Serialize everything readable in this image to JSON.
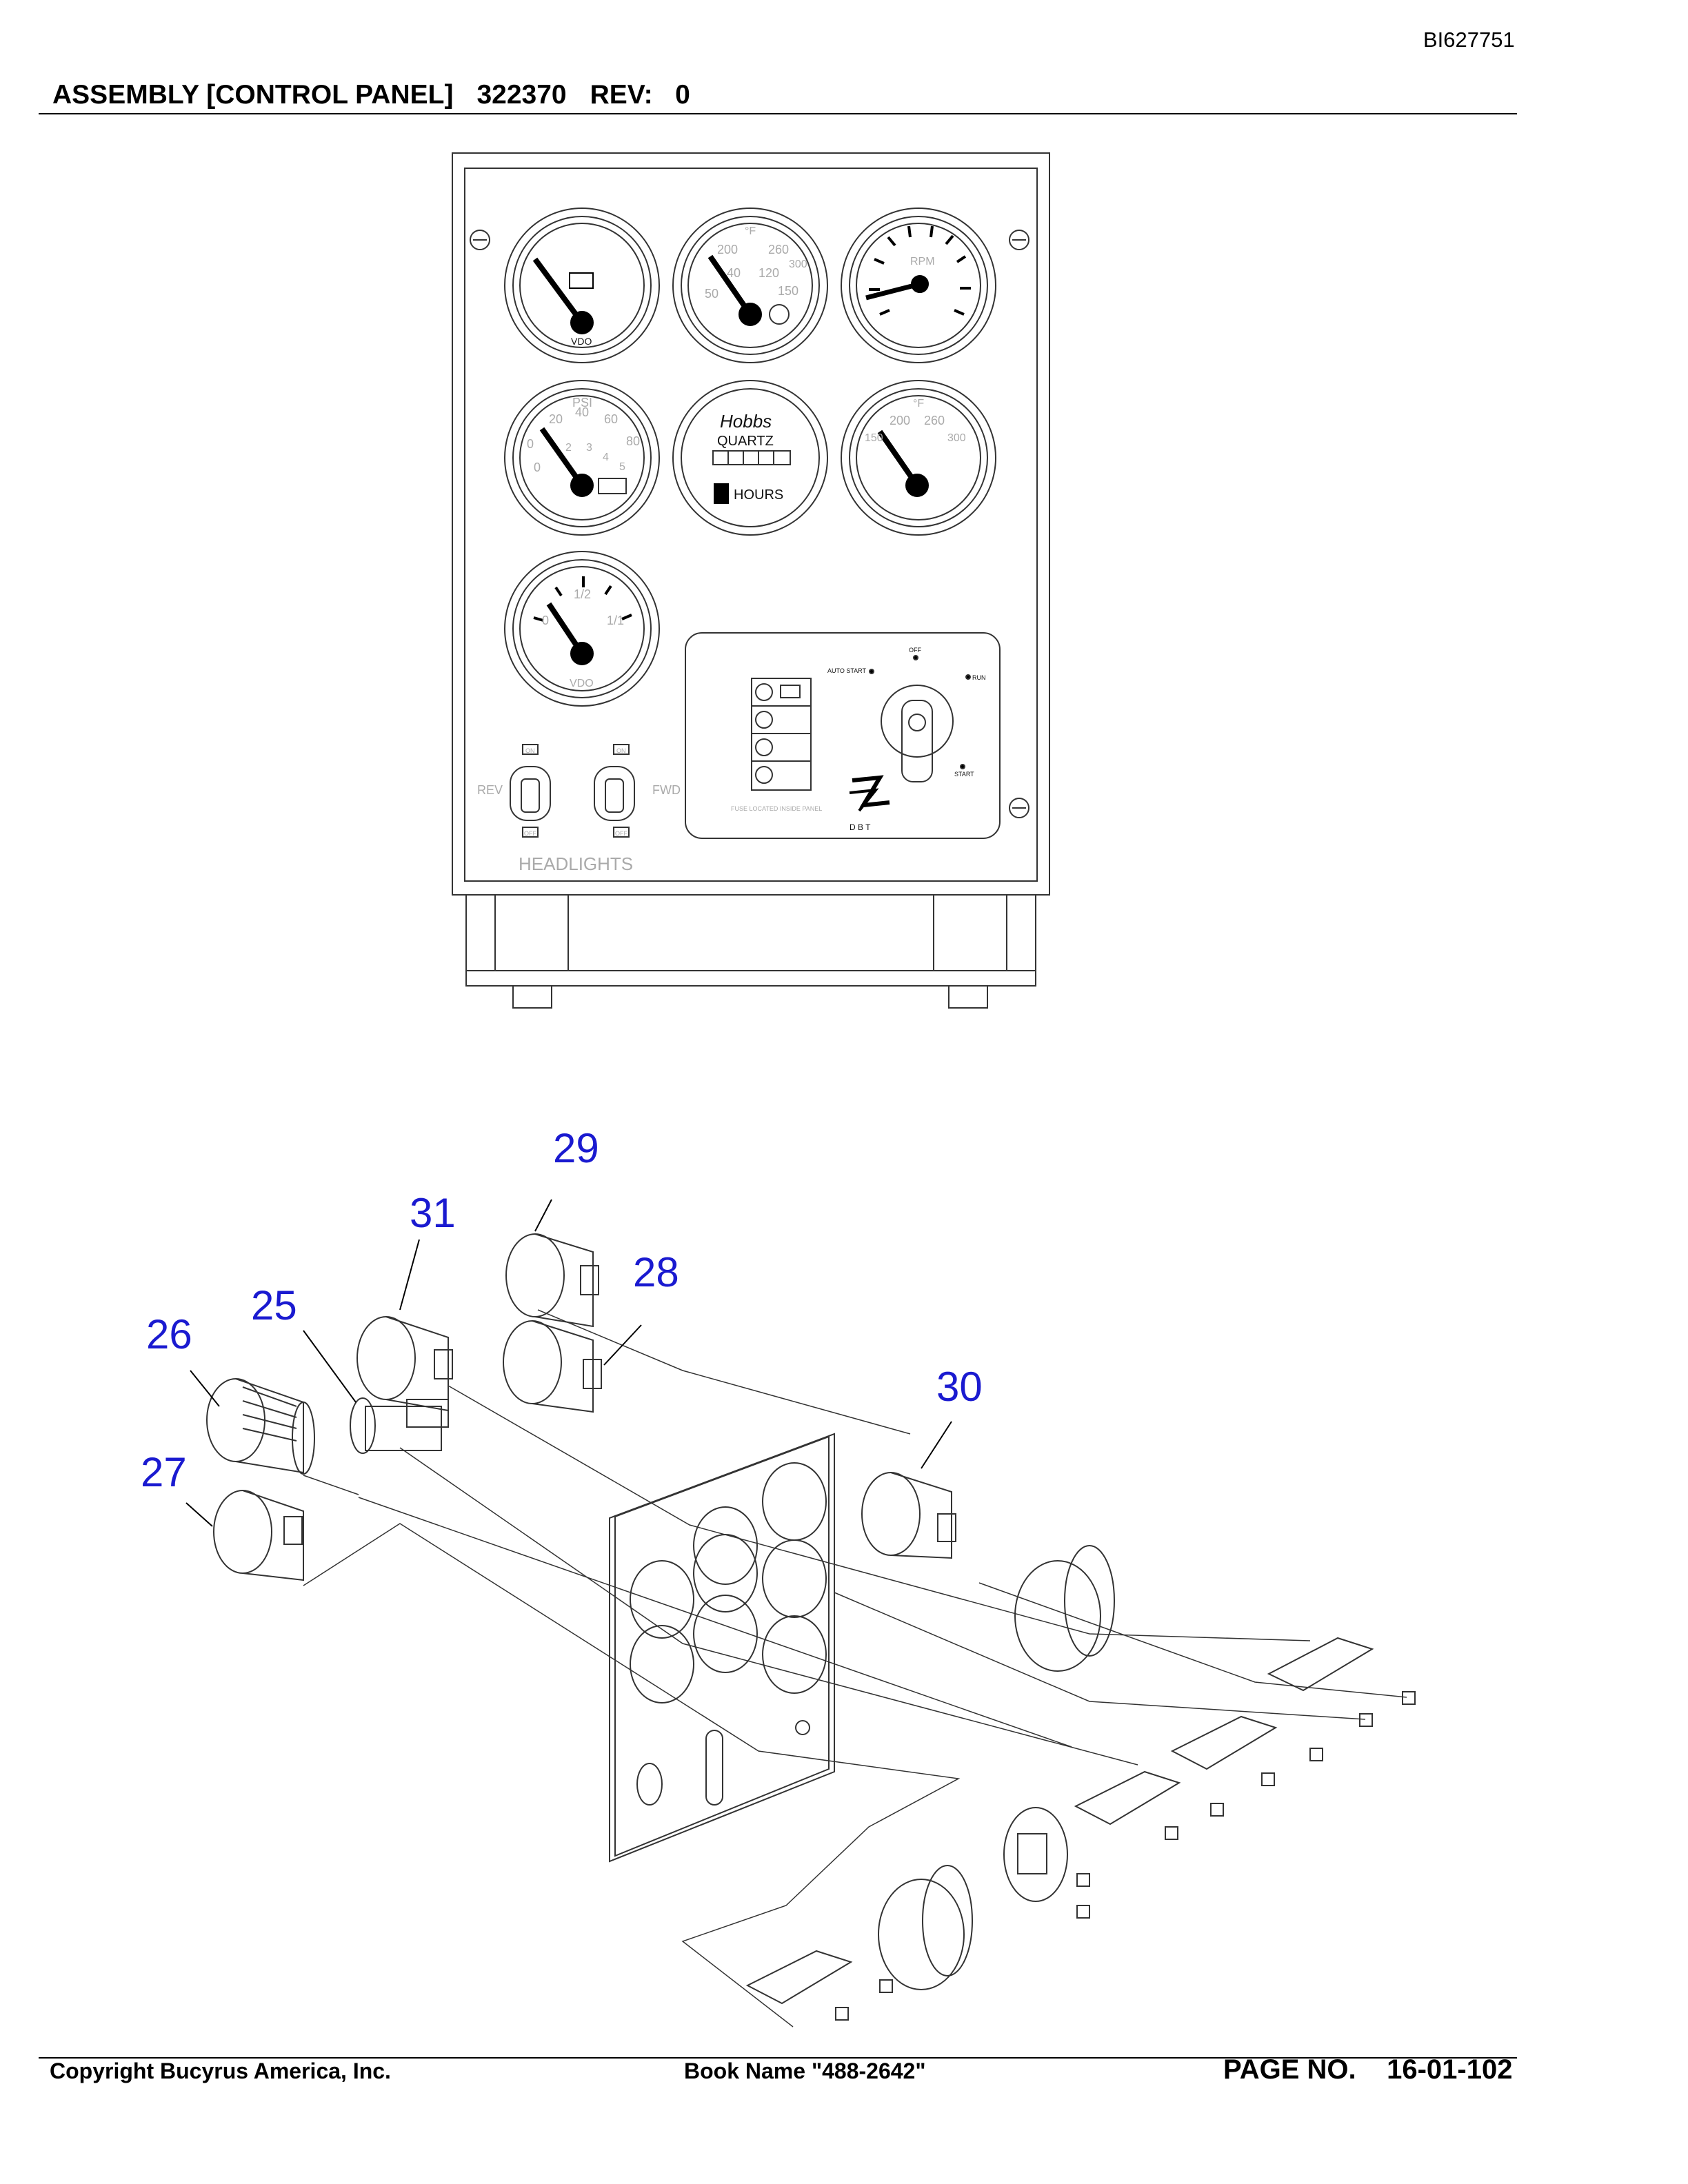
{
  "header": {
    "doc_id": "BI627751",
    "assembly": "ASSEMBLY [CONTROL PANEL]",
    "part_no": "322370",
    "rev": "REV:   0"
  },
  "panel": {
    "gauges": {
      "volt_brand": "VDO",
      "temp1_unit": "°F",
      "temp1_scale": [
        "200",
        "260",
        "300",
        "120",
        "150",
        "50",
        "40"
      ],
      "tach_unit": "RPM",
      "oil_unit": "PSI",
      "oil_scale": [
        "20",
        "40",
        "60",
        "80",
        "0",
        "0",
        "2",
        "3",
        "4",
        "5"
      ],
      "hour_brand": "Hobbs",
      "hour_type": "QUARTZ",
      "hour_label": "HOURS",
      "temp2_unit": "°F",
      "temp2_scale": [
        "200",
        "260",
        "300",
        "150"
      ],
      "fuel_scale": [
        "0",
        "1/2",
        "1/1"
      ],
      "fuel_brand": "VDO"
    },
    "switch_panel": {
      "off": "OFF",
      "auto_start": "AUTO START",
      "run": "RUN",
      "start": "START",
      "fuse_note": "FUSE LOCATED INSIDE PANEL",
      "logo_letters": "D  B  T"
    },
    "toggles": {
      "on1": "ON",
      "off1": "OFF",
      "rev": "REV",
      "on2": "ON",
      "off2": "OFF",
      "fwd": "FWD"
    },
    "headlights": "HEADLIGHTS"
  },
  "callouts": [
    "29",
    "31",
    "28",
    "25",
    "26",
    "30",
    "27"
  ],
  "footer": {
    "copyright": "Copyright Bucyrus America, Inc.",
    "book": "Book Name \"488-2642\"",
    "page": "PAGE NO.    16-01-102"
  },
  "colors": {
    "callout": "#1a1ad0",
    "line": "#000000"
  }
}
